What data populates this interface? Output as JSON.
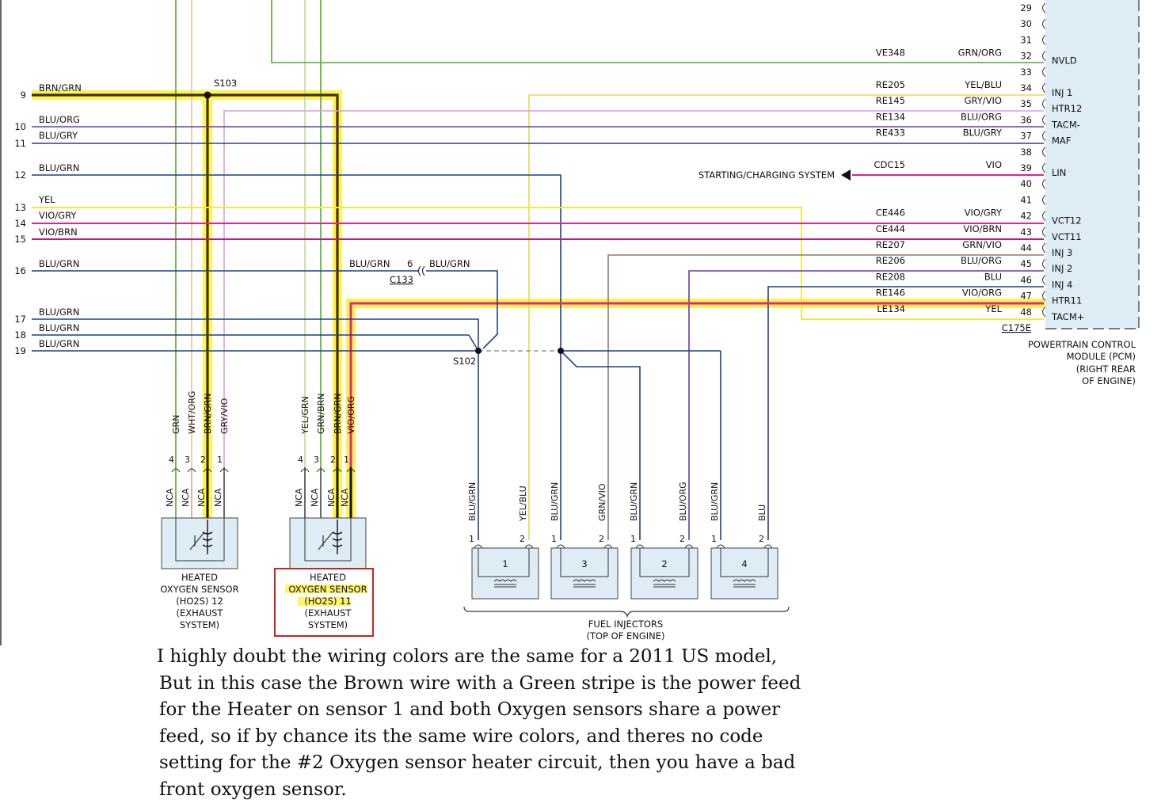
{
  "colors": {
    "highlight": "#fff34d",
    "sensor_fill": "#deecf6",
    "red_box": "#cc2222",
    "wire_green": "#55a82b",
    "wire_tan": "#e8c9a9",
    "wire_blue": "#1f3f8c",
    "wire_purple": "#6b3aa0",
    "wire_magenta": "#e0239c",
    "wire_yellow": "#f2ea3b",
    "wire_brown": "#7a5a3a"
  },
  "left_pins": [
    {
      "num": "9",
      "wire": "BRN/GRN"
    },
    {
      "num": "10",
      "wire": "BLU/ORG"
    },
    {
      "num": "11",
      "wire": "BLU/GRY"
    },
    {
      "num": "12",
      "wire": "BLU/GRN"
    },
    {
      "num": "13",
      "wire": "YEL"
    },
    {
      "num": "14",
      "wire": "VIO/GRY"
    },
    {
      "num": "15",
      "wire": "VIO/BRN"
    },
    {
      "num": "16",
      "wire": "BLU/GRN"
    },
    {
      "num": "17",
      "wire": "BLU/GRN"
    },
    {
      "num": "18",
      "wire": "BLU/GRN"
    },
    {
      "num": "19",
      "wire": "BLU/GRN"
    }
  ],
  "splices": {
    "s103": "S103",
    "s102": "S102"
  },
  "c133": {
    "left_wire": "BLU/GRN",
    "pin": "6",
    "right_wire": "BLU/GRN",
    "name": "C133"
  },
  "pcm_pins": [
    {
      "num": "29",
      "circuit": "",
      "color": "",
      "signal": ""
    },
    {
      "num": "30",
      "circuit": "",
      "color": "",
      "signal": ""
    },
    {
      "num": "31",
      "circuit": "",
      "color": "",
      "signal": ""
    },
    {
      "num": "32",
      "circuit": "VE348",
      "color": "GRN/ORG",
      "signal": "NVLD"
    },
    {
      "num": "33",
      "circuit": "",
      "color": "",
      "signal": ""
    },
    {
      "num": "34",
      "circuit": "RE205",
      "color": "YEL/BLU",
      "signal": "INJ 1"
    },
    {
      "num": "35",
      "circuit": "RE145",
      "color": "GRY/VIO",
      "signal": "HTR12"
    },
    {
      "num": "36",
      "circuit": "RE134",
      "color": "BLU/ORG",
      "signal": "TACM-"
    },
    {
      "num": "37",
      "circuit": "RE433",
      "color": "BLU/GRY",
      "signal": "MAF"
    },
    {
      "num": "38",
      "circuit": "",
      "color": "",
      "signal": ""
    },
    {
      "num": "39",
      "circuit": "CDC15",
      "color": "VIO",
      "signal": "LIN"
    },
    {
      "num": "40",
      "circuit": "",
      "color": "",
      "signal": ""
    },
    {
      "num": "41",
      "circuit": "",
      "color": "",
      "signal": ""
    },
    {
      "num": "42",
      "circuit": "CE446",
      "color": "VIO/GRY",
      "signal": "VCT12"
    },
    {
      "num": "43",
      "circuit": "CE444",
      "color": "VIO/BRN",
      "signal": "VCT11"
    },
    {
      "num": "44",
      "circuit": "RE207",
      "color": "GRN/VIO",
      "signal": "INJ 3"
    },
    {
      "num": "45",
      "circuit": "RE206",
      "color": "BLU/ORG",
      "signal": "INJ 2"
    },
    {
      "num": "46",
      "circuit": "RE208",
      "color": "BLU",
      "signal": "INJ 4"
    },
    {
      "num": "47",
      "circuit": "RE146",
      "color": "VIO/ORG",
      "signal": "HTR11"
    },
    {
      "num": "48",
      "circuit": "LE134",
      "color": "YEL",
      "signal": "TACM+"
    }
  ],
  "pcm": {
    "connector": "C175E",
    "label_lines": [
      "POWERTRAIN CONTROL",
      "MODULE (PCM)",
      "(RIGHT REAR",
      "OF ENGINE)"
    ]
  },
  "starting_charging": "STARTING/CHARGING SYSTEM",
  "sensor12": {
    "wires": [
      "GRN",
      "WHT/ORG",
      "BRN/GRN",
      "GRY/VIO"
    ],
    "pins": [
      "4",
      "3",
      "2",
      "1"
    ],
    "nca": [
      "NCA",
      "NCA",
      "NCA",
      "NCA"
    ],
    "label_lines": [
      "HEATED",
      "OXYGEN SENSOR",
      "(HO2S) 12",
      "(EXHAUST",
      "SYSTEM)"
    ]
  },
  "sensor11": {
    "wires": [
      "YEL/GRN",
      "GRN/BRN",
      "BRN/GRN",
      "VIO/ORG"
    ],
    "pins": [
      "4",
      "3",
      "2",
      "1"
    ],
    "nca": [
      "NCA",
      "NCA",
      "NCA",
      "NCA"
    ],
    "label_lines": [
      "HEATED",
      "OXYGEN SENSOR",
      "(HO2S) 11",
      "(EXHAUST",
      "SYSTEM)"
    ]
  },
  "injectors": [
    {
      "num": "1",
      "w1": "BLU/GRN",
      "w2": "YEL/BLU",
      "p1": "1",
      "p2": "2"
    },
    {
      "num": "3",
      "w1": "BLU/GRN",
      "w2": "GRN/VIO",
      "p1": "1",
      "p2": "2"
    },
    {
      "num": "2",
      "w1": "BLU/GRN",
      "w2": "BLU/ORG",
      "p1": "1",
      "p2": "2"
    },
    {
      "num": "4",
      "w1": "BLU/GRN",
      "w2": "BLU",
      "p1": "1",
      "p2": "2"
    }
  ],
  "injector_label_lines": [
    "FUEL INJECTORS",
    "(TOP OF ENGINE)"
  ],
  "note_lines": [
    "I highly doubt the wiring colors are the same for a 2011 US model,",
    "But in this case the Brown wire with a Green stripe is the power feed",
    "for the Heater on sensor 1 and both Oxygen sensors share a power",
    "feed, so if by chance its the same wire colors, and theres no code",
    "setting for the #2 Oxygen sensor heater circuit, then you have a bad",
    "front oxygen sensor."
  ]
}
